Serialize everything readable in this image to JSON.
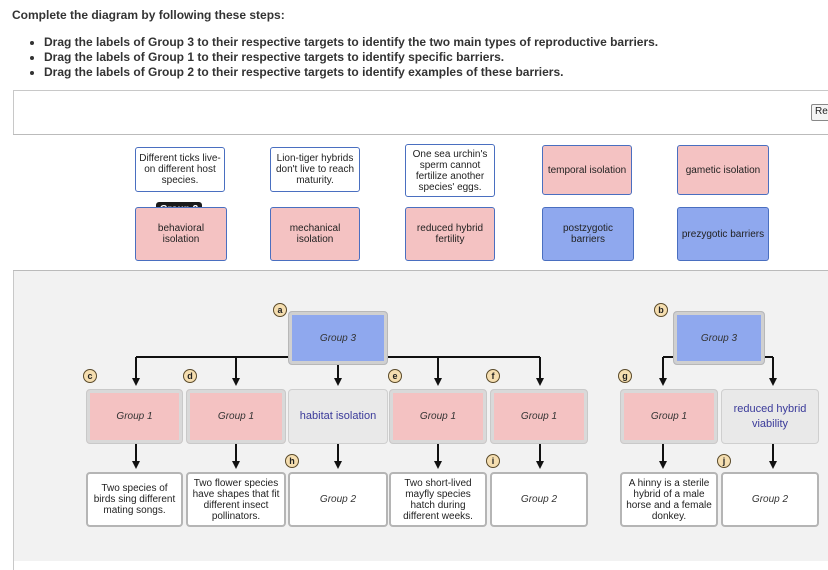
{
  "instructions": {
    "lead": "Complete the diagram by following these steps:",
    "steps": [
      "Drag the labels of Group 3 to their respective targets to identify the two main types of reproductive barriers.",
      "Drag the labels of Group 1 to their respective targets to identify specific barriers.",
      "Drag the labels of Group 2 to their respective targets to identify examples of these barriers."
    ]
  },
  "toolbar": {
    "reset_label": "Re"
  },
  "label_bank": {
    "group_tag": "Group 2",
    "row1": [
      "Different ticks live-on different host species.",
      "Lion-tiger hybrids don't live to reach maturity.",
      "One sea urchin's sperm cannot fertilize another species' eggs.",
      "temporal isolation",
      "gametic isolation"
    ],
    "row2": [
      "behavioral isolation",
      "mechanical isolation",
      "reduced hybrid fertility",
      "postzygotic barriers",
      "prezygotic barriers"
    ]
  },
  "diagram": {
    "top_targets": {
      "a": "Group 3",
      "b": "Group 3"
    },
    "mid_targets": {
      "c": "Group 1",
      "d": "Group 1",
      "h_filled": "habitat isolation",
      "e": "Group 1",
      "f": "Group 1",
      "g": "Group 1",
      "j_filled": "reduced hybrid viability"
    },
    "bottom": {
      "c": "Two species of birds sing different mating songs.",
      "d": "Two flower species have shapes that fit different insect pollinators.",
      "h": "Group 2",
      "e": "Two short-lived mayfly species hatch during different weeks.",
      "i": "Group 2",
      "g": "A hinny is a sterile hybrid of a male horse and a female donkey.",
      "j": "Group 2"
    },
    "badges": [
      "a",
      "b",
      "c",
      "d",
      "e",
      "f",
      "g",
      "h",
      "i",
      "j"
    ]
  },
  "colors": {
    "group1": "#f4c2c2",
    "group3": "#8fa8ee",
    "border": "#4a6fc0",
    "badge": "#f5deb0"
  }
}
